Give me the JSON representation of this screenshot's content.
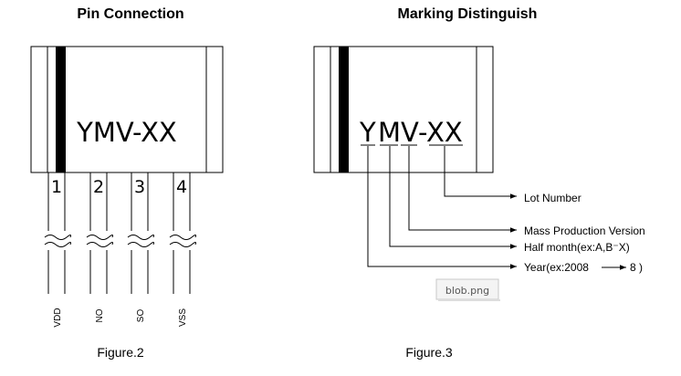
{
  "left": {
    "title": "Pin Connection",
    "chip_label": "YMV-XX",
    "pins": [
      {
        "number": "1",
        "name": "VDD"
      },
      {
        "number": "2",
        "name": "NO"
      },
      {
        "number": "3",
        "name": "SO"
      },
      {
        "number": "4",
        "name": "VSS"
      }
    ],
    "caption": "Figure.2"
  },
  "right": {
    "title": "Marking Distinguish",
    "marking": [
      "Y",
      "M",
      "V",
      "-XX"
    ],
    "legend": {
      "lot": "Lot Number",
      "version": "Mass Production Version",
      "half_month": "Half month(ex:A,B⁻X)",
      "year_prefix": "Year(ex:2008",
      "year_suffix": "8 )"
    },
    "badge": "blob.png",
    "caption": "Figure.3"
  }
}
